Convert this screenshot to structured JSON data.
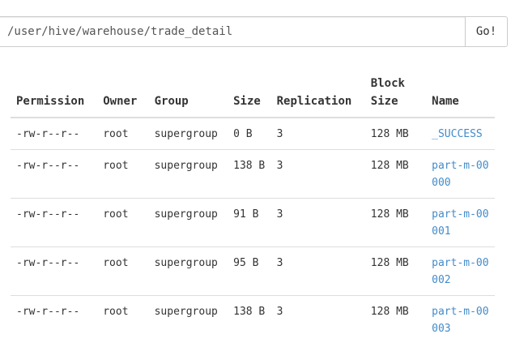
{
  "path_bar": {
    "path_value": "/user/hive/warehouse/trade_detail",
    "go_label": "Go!"
  },
  "table": {
    "headers": {
      "permission": "Permission",
      "owner": "Owner",
      "group": "Group",
      "size": "Size",
      "replication": "Replication",
      "block_size": "Block Size",
      "name": "Name"
    },
    "rows": [
      {
        "permission": "-rw-r--r--",
        "owner": "root",
        "group": "supergroup",
        "size": "0 B",
        "replication": "3",
        "block_size": "128 MB",
        "name": "_SUCCESS"
      },
      {
        "permission": "-rw-r--r--",
        "owner": "root",
        "group": "supergroup",
        "size": "138 B",
        "replication": "3",
        "block_size": "128 MB",
        "name": "part-m-00000"
      },
      {
        "permission": "-rw-r--r--",
        "owner": "root",
        "group": "supergroup",
        "size": "91 B",
        "replication": "3",
        "block_size": "128 MB",
        "name": "part-m-00001"
      },
      {
        "permission": "-rw-r--r--",
        "owner": "root",
        "group": "supergroup",
        "size": "95 B",
        "replication": "3",
        "block_size": "128 MB",
        "name": "part-m-00002"
      },
      {
        "permission": "-rw-r--r--",
        "owner": "root",
        "group": "supergroup",
        "size": "138 B",
        "replication": "3",
        "block_size": "128 MB",
        "name": "part-m-00003"
      }
    ]
  },
  "colors": {
    "link": "#428bca",
    "border": "#dddddd",
    "text": "#333333"
  }
}
